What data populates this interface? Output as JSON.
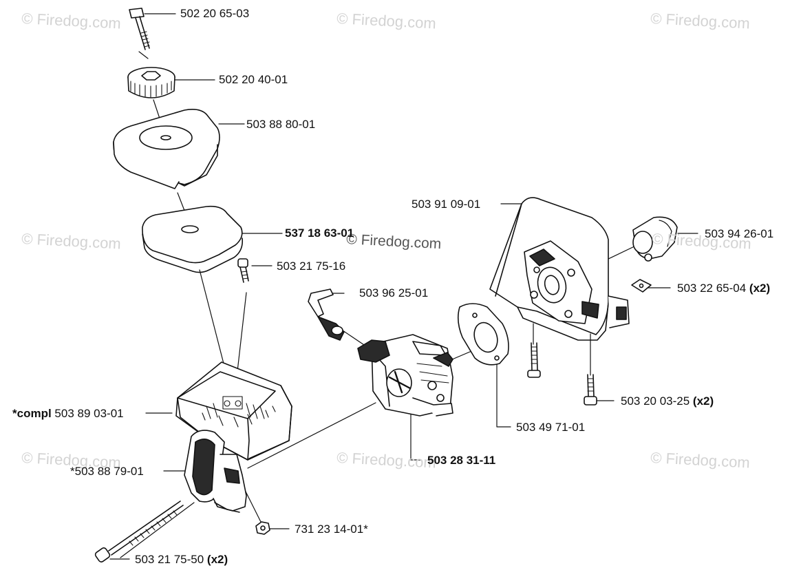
{
  "watermarks": {
    "text": "© Firedog.com",
    "items": [
      "© Firedog.com",
      "© Firedog.com",
      "© Firedog.com",
      "© Firedog.com",
      "© Firedog.com",
      "© Firedog.com",
      "© Firedog.com",
      "© Firedog.com"
    ],
    "overlay": "© Firedog.com"
  },
  "parts": [
    {
      "number": "502 20 65-03",
      "prefix": "",
      "suffix": ""
    },
    {
      "number": "502 20 40-01",
      "prefix": "",
      "suffix": ""
    },
    {
      "number": "503 88 80-01",
      "prefix": "",
      "suffix": ""
    },
    {
      "number": "537 18 63-01",
      "prefix": "",
      "suffix": ""
    },
    {
      "number": "503 21 75-16",
      "prefix": "",
      "suffix": ""
    },
    {
      "number": "503 96 25-01",
      "prefix": "",
      "suffix": ""
    },
    {
      "number": " 503 89 03-01",
      "prefix": "*compl",
      "suffix": ""
    },
    {
      "number": "*503 88 79-01",
      "prefix": "",
      "suffix": ""
    },
    {
      "number": "503 28 31-11",
      "prefix": "",
      "suffix": ""
    },
    {
      "number": "731 23 14-01*",
      "prefix": "",
      "suffix": ""
    },
    {
      "number": "503 21 75-50 ",
      "prefix": "",
      "suffix": "(x2)"
    },
    {
      "number": "503 91 09-01",
      "prefix": "",
      "suffix": ""
    },
    {
      "number": "503 94 26-01",
      "prefix": "",
      "suffix": ""
    },
    {
      "number": "503 22 65-04 ",
      "prefix": "",
      "suffix": "(x2)"
    },
    {
      "number": "503 20 03-25 ",
      "prefix": "",
      "suffix": "(x2)"
    },
    {
      "number": "503 49 71-01",
      "prefix": "",
      "suffix": ""
    }
  ],
  "colors": {
    "ink": "#111111",
    "watermark": "#d3d3d3",
    "part_fill": "#ffffff",
    "shade": "#2a2a2a"
  }
}
